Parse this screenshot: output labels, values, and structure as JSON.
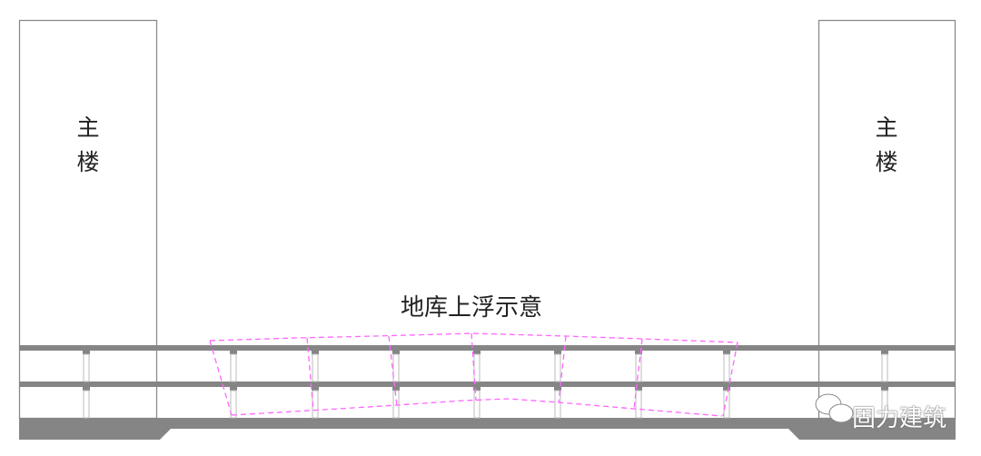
{
  "diagram": {
    "title": "地库上浮示意",
    "left_tower_label": [
      "主",
      "楼"
    ],
    "right_tower_label": [
      "主",
      "楼"
    ],
    "watermark": "固力建筑",
    "colors": {
      "structure": "#858585",
      "outline": "#9a9a9a",
      "uplift": "#ff66ff"
    }
  }
}
